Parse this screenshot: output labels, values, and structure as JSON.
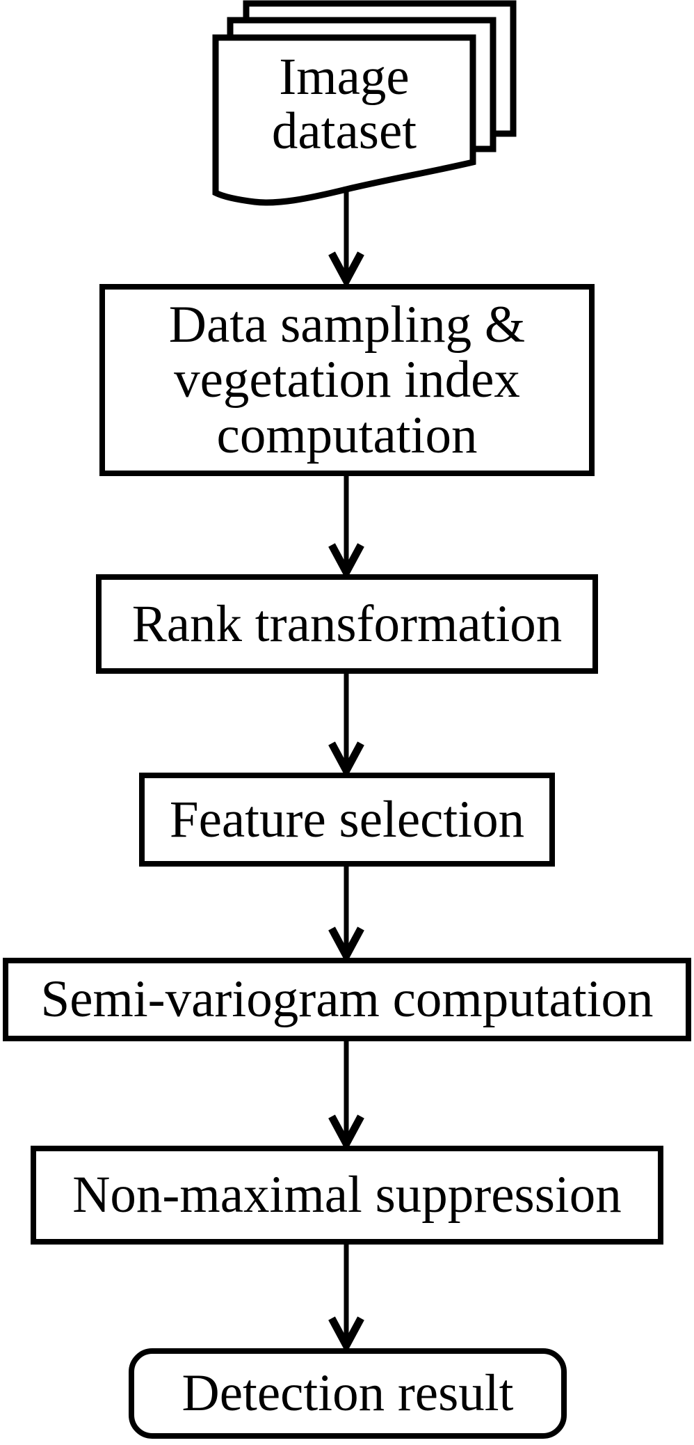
{
  "colors": {
    "stroke": "#000000",
    "fill": "#ffffff"
  },
  "nodes": {
    "image_dataset": {
      "shape": "document-stack",
      "lines": [
        "Image",
        "dataset"
      ]
    },
    "data_sampling": {
      "shape": "process",
      "lines": [
        "Data sampling &",
        "vegetation index",
        "computation"
      ]
    },
    "rank_transformation": {
      "shape": "process",
      "label": "Rank transformation"
    },
    "feature_selection": {
      "shape": "process",
      "label": "Feature selection"
    },
    "semi_variogram": {
      "shape": "process",
      "label": "Semi-variogram computation"
    },
    "non_maximal_suppression": {
      "shape": "process",
      "label": "Non-maximal suppression"
    },
    "detection_result": {
      "shape": "terminator",
      "label": "Detection result"
    }
  },
  "edges": [
    {
      "from": "image_dataset",
      "to": "data_sampling"
    },
    {
      "from": "data_sampling",
      "to": "rank_transformation"
    },
    {
      "from": "rank_transformation",
      "to": "feature_selection"
    },
    {
      "from": "feature_selection",
      "to": "semi_variogram"
    },
    {
      "from": "semi_variogram",
      "to": "non_maximal_suppression"
    },
    {
      "from": "non_maximal_suppression",
      "to": "detection_result"
    }
  ]
}
